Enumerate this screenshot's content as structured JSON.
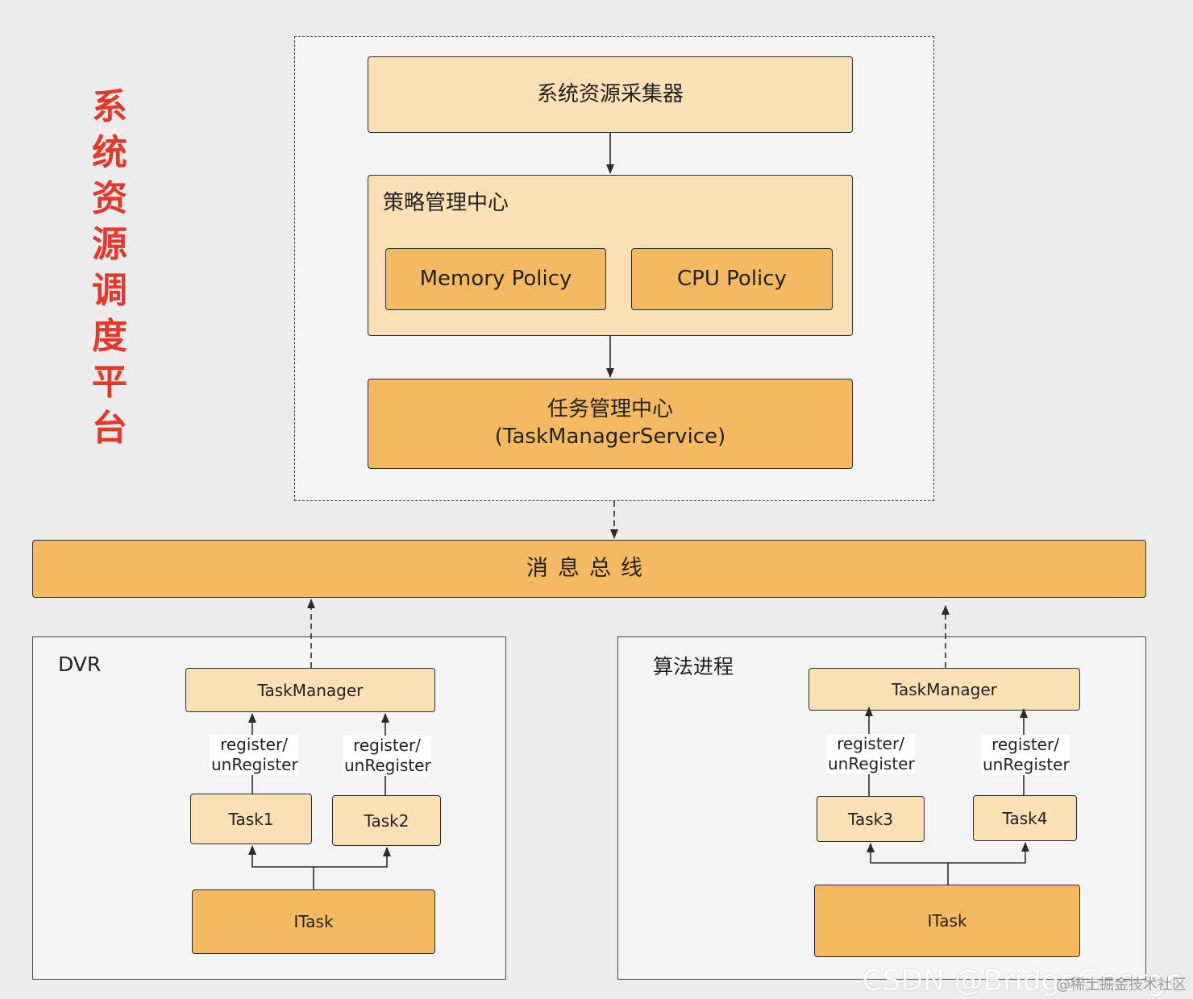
{
  "title_chars": [
    "系",
    "统",
    "资",
    "源",
    "调",
    "度",
    "平",
    "台"
  ],
  "platform": {
    "collector": "系统资源采集器",
    "policy_center": "策略管理中心",
    "memory_policy": "Memory Policy",
    "cpu_policy": "CPU Policy",
    "task_center_line1": "任务管理中心",
    "task_center_line2": "(TaskManagerService)"
  },
  "bus": "消息总线",
  "dvr": {
    "title": "DVR",
    "task_manager": "TaskManager",
    "reg_left": [
      "register/",
      "unRegister"
    ],
    "reg_right": [
      "register/",
      "unRegister"
    ],
    "task_a": "Task1",
    "task_b": "Task2",
    "itask": "ITask"
  },
  "algo": {
    "title": "算法进程",
    "task_manager": "TaskManager",
    "reg_left": [
      "register/",
      "unRegister"
    ],
    "reg_right": [
      "register/",
      "unRegister"
    ],
    "task_a": "Task3",
    "task_b": "Task4",
    "itask": "ITask"
  },
  "watermark": "CSDN @BridgeGeorge",
  "watermark_sub": "@稀土掘金技术社区",
  "colors": {
    "title_red": "#e6372b",
    "light_orange": "#f9e0b5",
    "dark_orange": "#f5b961",
    "panel_bg": "#f4f4f4",
    "page_bg": "#ececec"
  }
}
